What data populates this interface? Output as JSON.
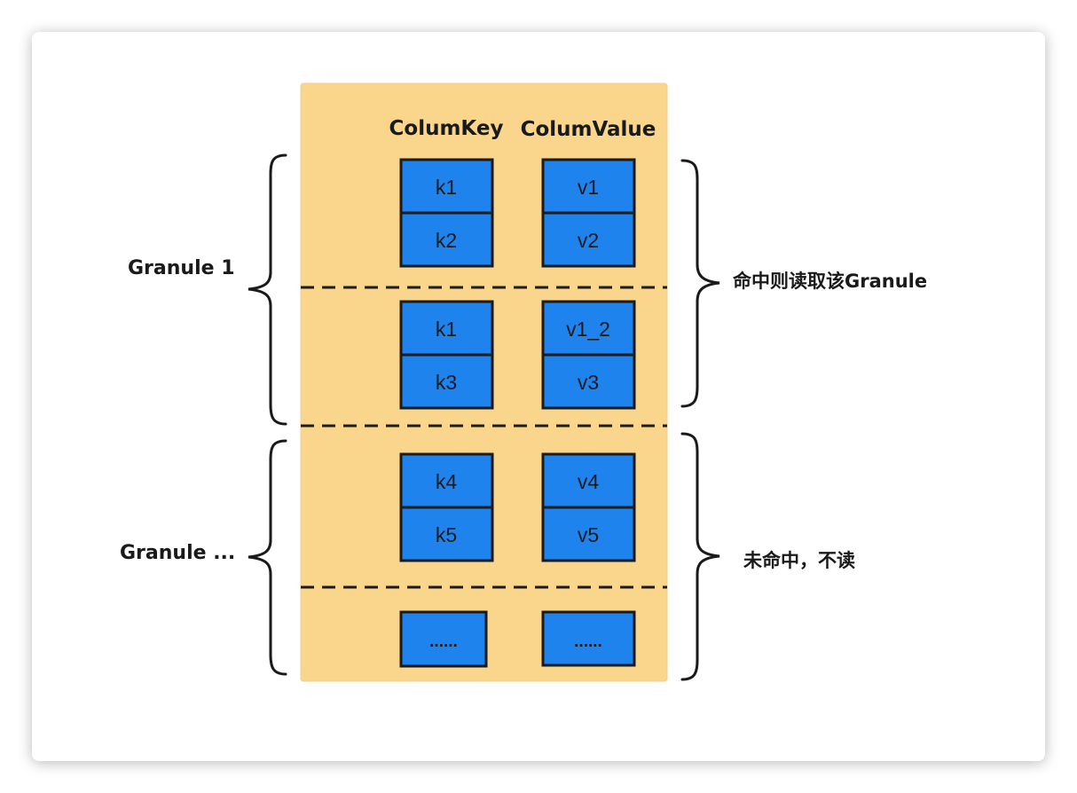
{
  "columns": {
    "key_header": "ColumKey",
    "value_header": "ColumValue"
  },
  "granules": [
    {
      "label": "Granule 1",
      "note": "命中则读取该Granule",
      "marks": [
        {
          "key1": "k1",
          "key2": "k2",
          "val1": "v1",
          "val2": "v2"
        },
        {
          "key1": "k1",
          "key2": "k3",
          "val1": "v1_2",
          "val2": "v3"
        }
      ]
    },
    {
      "label": "Granule ...",
      "note": "未命中，不读",
      "marks": [
        {
          "key1": "k4",
          "key2": "k5",
          "val1": "v4",
          "val2": "v5"
        }
      ],
      "more_key": "......",
      "more_value": "......"
    }
  ],
  "colors": {
    "panel": "#FAD58C",
    "cell": "#1F83EE",
    "stroke": "#1a1a1a"
  }
}
